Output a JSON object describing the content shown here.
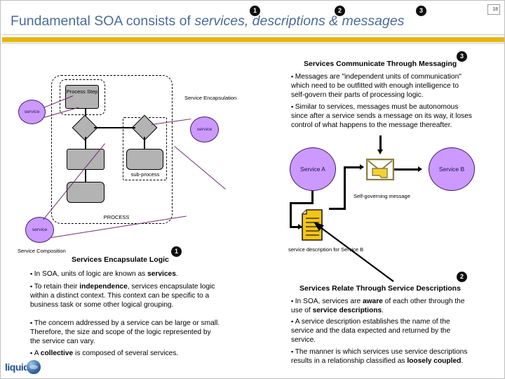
{
  "slide": {
    "page_number": "18",
    "title_plain": "Fundamental SOA consists of ",
    "title_italic": "services, descriptions & messages",
    "accent_rule_color": "#e8b511",
    "title_color": "#4a6c96",
    "badge_color": "#0d0d0d",
    "service_circle_color": "#cc99ff",
    "process_box_color": "#b3b3b3",
    "document_color": "#f5c518"
  },
  "badges": {
    "title_1": "1",
    "title_2": "2",
    "title_3": "3",
    "section_messaging": "3",
    "section_encapsulate": "1",
    "section_descriptions": "2"
  },
  "left_diagram": {
    "process_step_label": "Process Step",
    "process_label": "PROCESS",
    "sub_process_label": "sub-process",
    "service_encapsulation_label": "Service Encapsulation",
    "service_composition_label": "Service Composition",
    "service_bubbles": [
      "service",
      "service",
      "service"
    ]
  },
  "right_diagram": {
    "service_a": "Service A",
    "service_b": "Service B",
    "message_caption": "Self-governing message",
    "description_caption": "service description for Service B"
  },
  "sections": {
    "messaging": {
      "heading": "Services Communicate Through Messaging",
      "bullets": [
        "Messages are \"independent units of communication\" which need to be outfitted with enough intelligence to self-govern their parts of processing logic.",
        "Similar to services, messages must be autonomous since after a service sends a message on its way, it loses control of what happens to the message thereafter."
      ]
    },
    "encapsulate": {
      "heading": "Services Encapsulate Logic",
      "bullets": [
        "In SOA, units of logic are known as services.",
        "To retain their independence, services encapsulate logic within a distinct context.  This context can be specific to a business task or some other logical grouping.",
        "The concern addressed by a service can be large or small.  Therefore, the size and scope of the logic represented by the service can vary.",
        "A collective is composed of several services."
      ]
    },
    "descriptions": {
      "heading": "Services Relate Through Service Descriptions",
      "bullets": [
        "In SOA, services are aware of each other through the use of service descriptions.",
        "A service description establishes the name of the service and the data expected and returned by the service.",
        "The manner is which services use service descriptions results in a relationship classified as loosely coupled."
      ]
    }
  },
  "logo": {
    "text": "liquid"
  }
}
